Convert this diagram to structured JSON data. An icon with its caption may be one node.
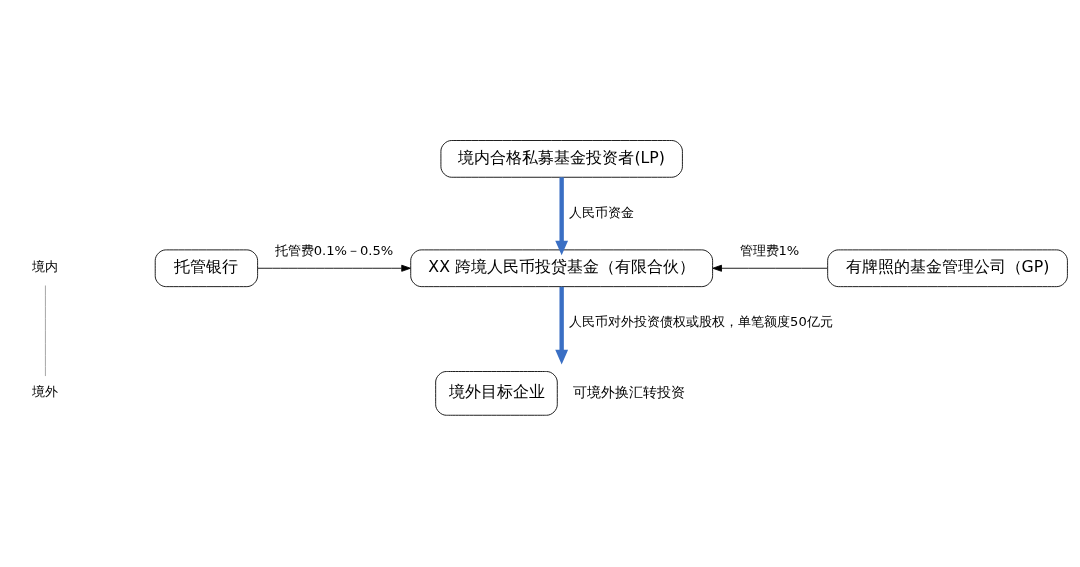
{
  "diagram": {
    "nodes": [
      {
        "text": [
          "境内合格私募基金投资者(LP)"
        ]
      },
      {
        "text": [
          "托管银行"
        ]
      },
      {
        "text": [
          "XX 跨境人民币投贷基金（有限合伙）"
        ]
      },
      {
        "text": [
          "有牌照的基金管理公司（GP)"
        ]
      },
      {
        "text": [
          "境外目标企业"
        ],
        "beside": [
          "可境外换汇转投资"
        ]
      }
    ],
    "edges": [
      {
        "from": 0,
        "to": 2,
        "arrow": "to",
        "label": "人民币资金",
        "style": "thick",
        "color": "#3a6fc4"
      },
      {
        "from": 1,
        "to": 2,
        "arrow": "to",
        "label": "托管费0.1%－0.5%",
        "color": "#000000"
      },
      {
        "from": 3,
        "to": 2,
        "arrow": "to",
        "label": "管理费1%",
        "color": "#000000"
      },
      {
        "from": 2,
        "to": 4,
        "arrow": "to",
        "label": "人民币对外投资债权或股权，单笔额度50亿元",
        "style": "thick",
        "color": "#3a6fc4"
      }
    ],
    "labels": [
      "境内",
      "境外"
    ]
  }
}
